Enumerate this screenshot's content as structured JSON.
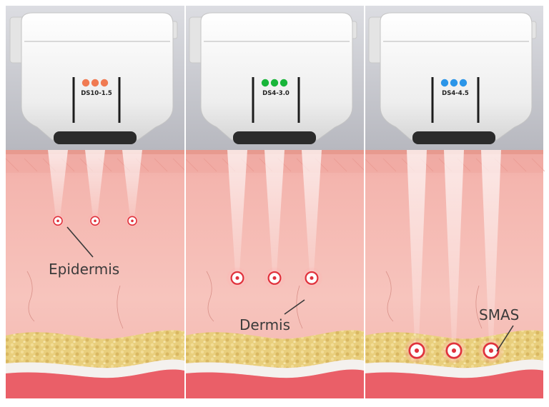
{
  "panels": [
    {
      "cartridge_label": "DS10-1.5",
      "dot_color": "#f07a52",
      "layer_label": "Epidermis",
      "focus_depth": 0.29
    },
    {
      "cartridge_label": "DS4-3.0",
      "dot_color": "#19b53a",
      "layer_label": "Dermis",
      "focus_depth": 0.55
    },
    {
      "cartridge_label": "DS4-4.5",
      "dot_color": "#2b95e8",
      "layer_label": "SMAS",
      "focus_depth": 0.88
    }
  ],
  "colors": {
    "device_body": "#f2f2f2",
    "device_shadow": "#b9b9b9",
    "window": "#2b2b2b",
    "skin_top": "#f3b7b0",
    "skin": "#f6c3bc",
    "fat": "#e8cf7c",
    "deep_tissue": "#ea5f68",
    "focus_ring": "#e0323c"
  }
}
